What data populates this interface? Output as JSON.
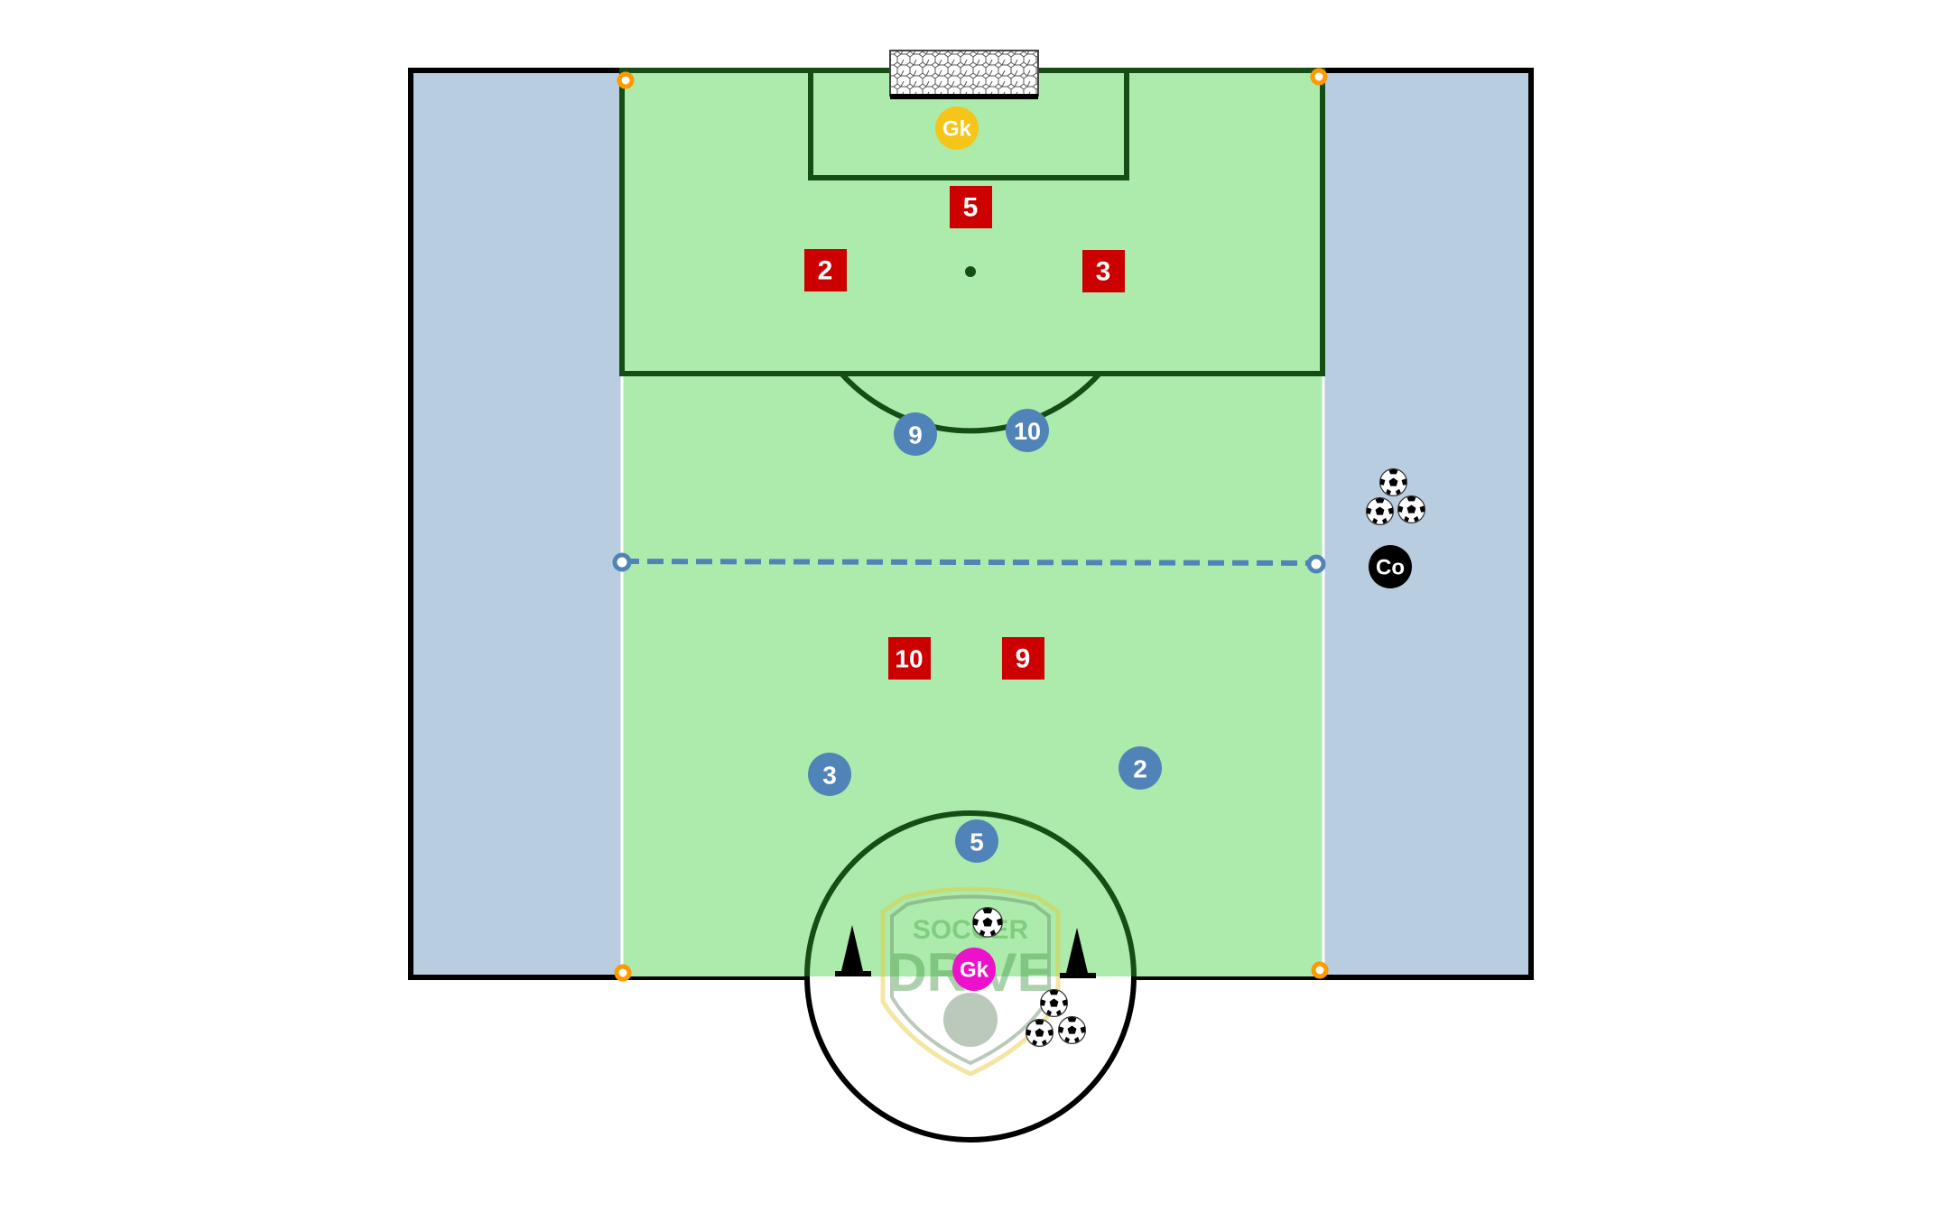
{
  "diagram": {
    "colors": {
      "pitch": "#acebac",
      "sideline_zone": "#b8cde0",
      "lines": "#154d15",
      "red_team": "#cc0000",
      "blue_team": "#5084b8",
      "goalkeeper_top": "#f5c518",
      "goalkeeper_bottom": "#ee11cc",
      "coach": "#000000",
      "corner_markers": "#ff9900"
    },
    "red_players": [
      "5",
      "2",
      "3",
      "10",
      "9"
    ],
    "blue_players": [
      "9",
      "10",
      "3",
      "2",
      "5"
    ],
    "goalkeeper_top": "Gk",
    "goalkeeper_bottom": "Gk",
    "coach": "Co",
    "watermark": {
      "line1": "SOCCER",
      "line2": "DRIVE"
    }
  }
}
